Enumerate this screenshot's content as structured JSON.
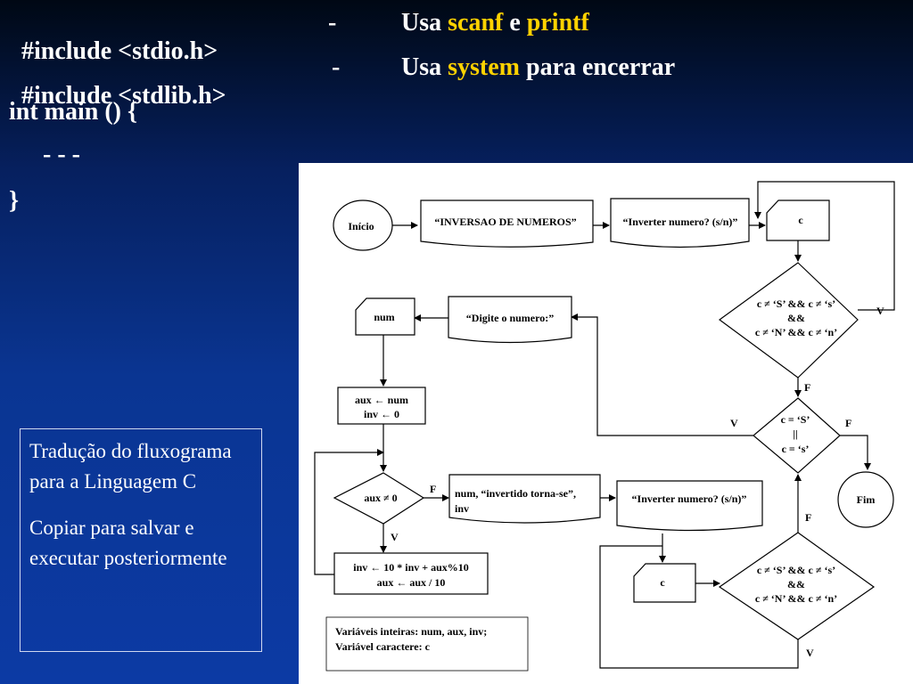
{
  "code": {
    "line1": {
      "left": "#include <stdio.h>",
      "dash": "-",
      "usa": "Usa ",
      "hl1": "scanf",
      "mid": " e ",
      "hl2": "printf"
    },
    "line2": {
      "left": "#include <stdlib.h>",
      "dash": "-",
      "usa": "Usa ",
      "hl1": "system",
      "rest": " para encerrar"
    },
    "line3": "int main () {",
    "line4": "- - -",
    "line5": "}"
  },
  "colors": {
    "highlight": "#ffd200",
    "text": "#ffffff"
  },
  "note": {
    "p1": "Tradução do fluxograma para a Linguagem C",
    "p2": "Copiar para salvar e executar posteriormente"
  },
  "flowchart": {
    "inicio": "Início",
    "out_title": "“INVERSAO DE NUMEROS”",
    "out_prompt1": "“Inverter numero? (s/n)”",
    "in_c1": "c",
    "cond1_l1": "c ≠ ‘S’ && c ≠ ‘s’",
    "cond1_l2": "&&",
    "cond1_l3": "c ≠ ‘N’ && c ≠ ‘n’",
    "v_label": "V",
    "f_label": "F",
    "out_digite": "“Digite o numero:”",
    "in_num": "num",
    "assign1_l1": "aux ← num",
    "assign1_l2": "inv ← 0",
    "cond2_l1": "c = ‘S’",
    "cond2_l2": "||",
    "cond2_l3": "c = ‘s’",
    "fim": "Fim",
    "loop_cond": "aux ≠ 0",
    "out_result_l1": "num, “invertido torna-se”,",
    "out_result_l2": "inv",
    "out_prompt2": "“Inverter numero? (s/n)”",
    "in_c2": "c",
    "assign2_l1": "inv ← 10 * inv + aux%10",
    "assign2_l2": "aux ← aux / 10",
    "vars_l1": "Variáveis inteiras: num, aux, inv;",
    "vars_l2": "Variável caractere: c"
  }
}
